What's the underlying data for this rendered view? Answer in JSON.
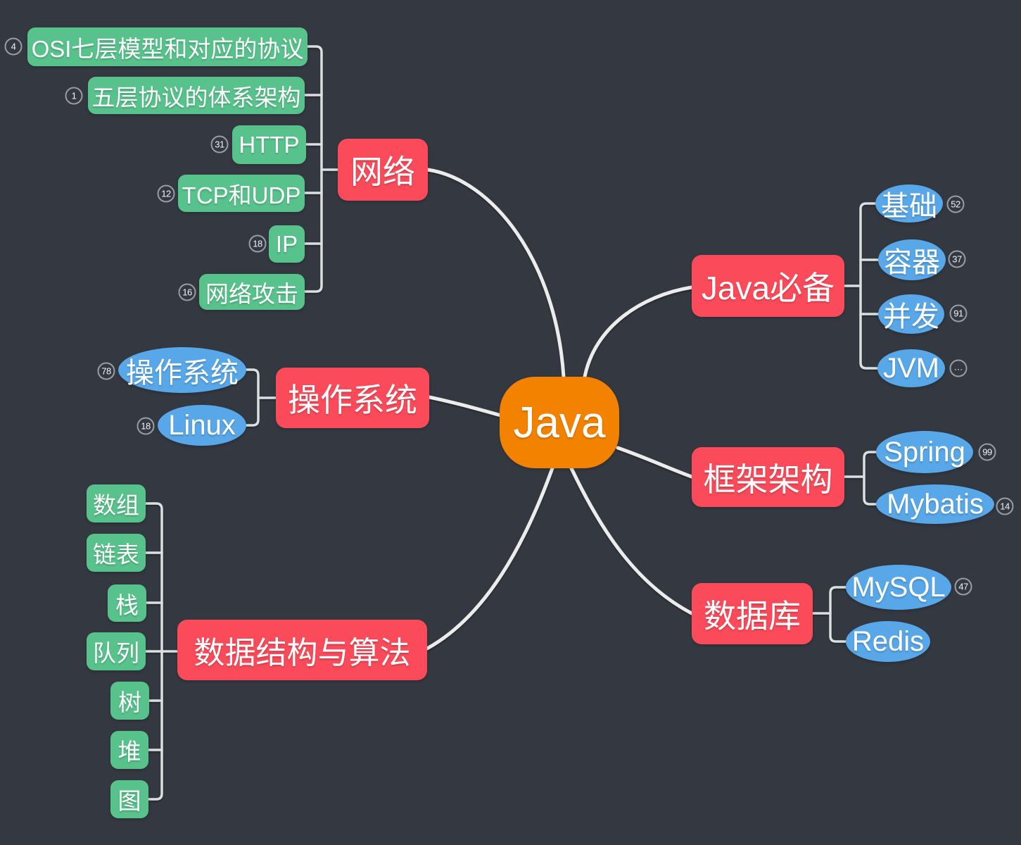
{
  "root": {
    "label": "Java"
  },
  "colors": {
    "background": "#343840",
    "root_orange": "#f28200",
    "topic_red": "#fb4b5a",
    "leaf_green": "#58c28c",
    "leaf_blue": "#58a7e8",
    "connector": "#ececec",
    "badge_border": "#989da5"
  },
  "branches": {
    "network": {
      "label": "网络",
      "children": [
        {
          "label": "OSI七层模型和对应的协议",
          "badge": "4"
        },
        {
          "label": "五层协议的体系架构",
          "badge": "1"
        },
        {
          "label": "HTTP",
          "badge": "31"
        },
        {
          "label": "TCP和UDP",
          "badge": "12"
        },
        {
          "label": "IP",
          "badge": "18"
        },
        {
          "label": "网络攻击",
          "badge": "16"
        }
      ]
    },
    "os": {
      "label": "操作系统",
      "children": [
        {
          "label": "操作系统",
          "badge": "78"
        },
        {
          "label": "Linux",
          "badge": "18"
        }
      ]
    },
    "dsa": {
      "label": "数据结构与算法",
      "children": [
        {
          "label": "数组"
        },
        {
          "label": "链表"
        },
        {
          "label": "栈"
        },
        {
          "label": "队列"
        },
        {
          "label": "树"
        },
        {
          "label": "堆"
        },
        {
          "label": "图"
        }
      ]
    },
    "essentials": {
      "label": "Java必备",
      "children": [
        {
          "label": "基础",
          "badge": "52"
        },
        {
          "label": "容器",
          "badge": "37"
        },
        {
          "label": "并发",
          "badge": "91"
        },
        {
          "label": "JVM",
          "badge": "…"
        }
      ]
    },
    "framework": {
      "label": "框架架构",
      "children": [
        {
          "label": "Spring",
          "badge": "99"
        },
        {
          "label": "Mybatis",
          "badge": "14"
        }
      ]
    },
    "database": {
      "label": "数据库",
      "children": [
        {
          "label": "MySQL",
          "badge": "47"
        },
        {
          "label": "Redis"
        }
      ]
    }
  }
}
